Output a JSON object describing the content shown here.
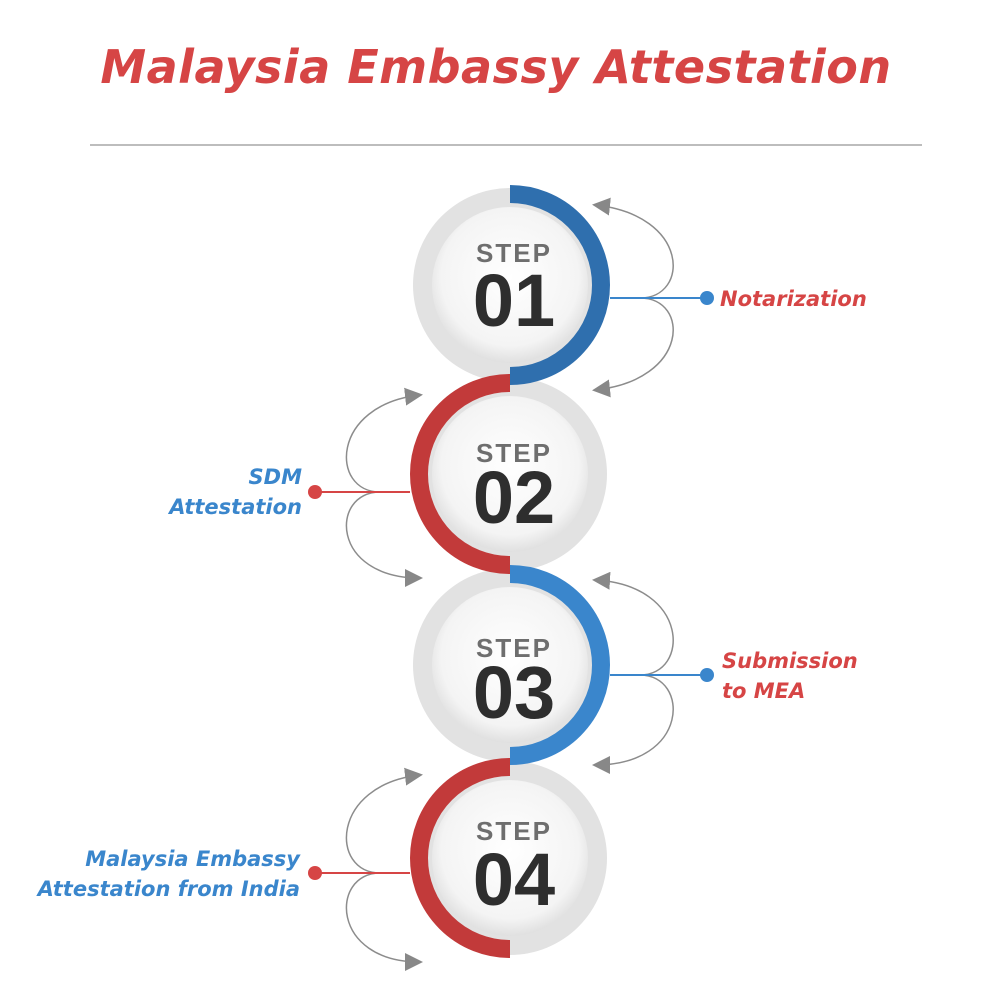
{
  "title": "Malaysia Embassy Attestation",
  "colors": {
    "red": "#d64545",
    "blue": "#3a86cc",
    "darkblue": "#2f6fae",
    "darkred": "#b83636",
    "gray": "#888888"
  },
  "steps": [
    {
      "word": "STEP",
      "number": "01",
      "label_lines": [
        "Notarization"
      ]
    },
    {
      "word": "STEP",
      "number": "02",
      "label_lines": [
        "SDM",
        "Attestation"
      ]
    },
    {
      "word": "STEP",
      "number": "03",
      "label_lines": [
        "Submission",
        "to MEA"
      ]
    },
    {
      "word": "STEP",
      "number": "04",
      "label_lines": [
        "Malaysia Embassy",
        "Attestation from India"
      ]
    }
  ]
}
